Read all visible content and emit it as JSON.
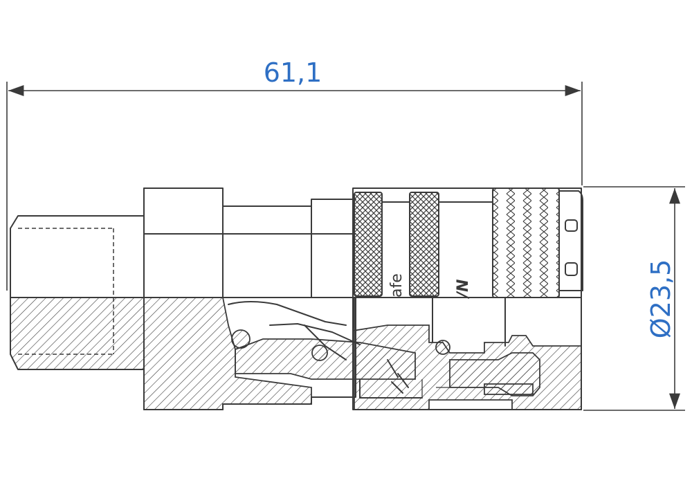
{
  "drawing": {
    "dimensions": {
      "overall_length": "61,1",
      "outer_diameter": "Ø23,5"
    },
    "brand_text_partial": "afe",
    "brand_logo_partial": "/N",
    "colors": {
      "dimension_text": "#2e6fc4",
      "line": "#3a3a3a",
      "background": "#ffffff"
    }
  }
}
